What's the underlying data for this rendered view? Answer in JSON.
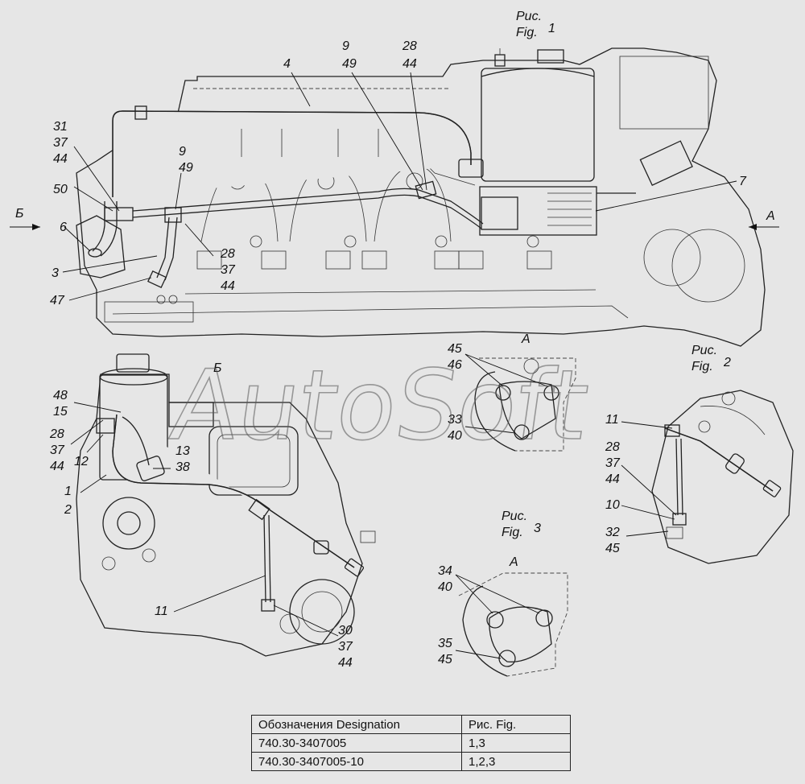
{
  "figures": {
    "fig1": {
      "title_ru": "Рис.",
      "title_en": "Fig.",
      "number": "1"
    },
    "fig2": {
      "title_ru": "Рис.",
      "title_en": "Fig.",
      "number": "2"
    },
    "fig3": {
      "title_ru": "Рис.",
      "title_en": "Fig.",
      "number": "3"
    }
  },
  "views": {
    "a": "А",
    "b": "Б"
  },
  "labels": {
    "f1_31": "31",
    "f1_37a": "37",
    "f1_44a": "44",
    "f1_50": "50",
    "f1_6": "6",
    "f1_3": "3",
    "f1_47": "47",
    "f1_4": "4",
    "f1_9a": "9",
    "f1_49a": "49",
    "f1_9b": "9",
    "f1_49b": "49",
    "f1_28a": "28",
    "f1_44b": "44",
    "f1_28b": "28",
    "f1_37b": "37",
    "f1_44c": "44",
    "f1_7": "7",
    "b_48": "48",
    "b_15": "15",
    "b_28": "28",
    "b_37": "37",
    "b_44": "44",
    "b_12": "12",
    "b_1": "1",
    "b_2": "2",
    "b_13": "13",
    "b_38": "38",
    "b_11": "11",
    "b_30": "30",
    "b_37b": "37",
    "b_44b": "44",
    "a1_45": "45",
    "a1_46": "46",
    "a1_33": "33",
    "a1_40": "40",
    "f2_11": "11",
    "f2_28": "28",
    "f2_37": "37",
    "f2_44": "44",
    "f2_10": "10",
    "f2_32": "32",
    "f2_45": "45",
    "f3_34": "34",
    "f3_40": "40",
    "f3_35": "35",
    "f3_45": "45"
  },
  "watermark": "AutoSoft",
  "table": {
    "header": [
      "Обозначения  Designation",
      "Рис. Fig."
    ],
    "rows": [
      [
        "740.30-3407005",
        "1,3"
      ],
      [
        "740.30-3407005-10",
        "1,2,3"
      ]
    ]
  }
}
